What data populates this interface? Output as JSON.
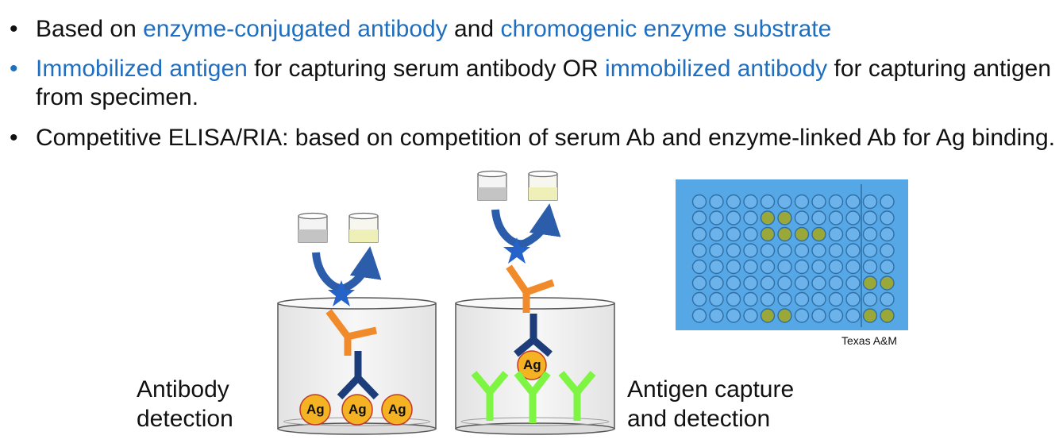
{
  "bullets": [
    {
      "dot": "•",
      "dot_color": "#111111",
      "parts": [
        {
          "text": "Based on ",
          "hl": false
        },
        {
          "text": "enzyme-conjugated antibody",
          "hl": true
        },
        {
          "text": " and ",
          "hl": false
        },
        {
          "text": "chromogenic enzyme substrate",
          "hl": true
        }
      ]
    },
    {
      "dot": "•",
      "dot_color": "#1f6fc1",
      "parts": [
        {
          "text": "Immobilized antigen",
          "hl": true
        },
        {
          "text": " for capturing serum antibody OR ",
          "hl": false
        },
        {
          "text": "immobilized antibody",
          "hl": true
        },
        {
          "text": " for capturing antigen from specimen.",
          "hl": false
        }
      ]
    },
    {
      "dot": "•",
      "dot_color": "#111111",
      "parts": [
        {
          "text": "Competitive ELISA/RIA: based on competition of serum Ab and enzyme-linked Ab for Ag binding.",
          "hl": false
        }
      ]
    }
  ],
  "captions": {
    "antibody_detection": [
      "Antibody",
      "detection"
    ],
    "antigen_capture": [
      "Antigen capture",
      "and detection"
    ]
  },
  "ag_label": "Ag",
  "credit": "Texas A&M",
  "colors": {
    "highlight": "#1f6fc1",
    "antibody_dark": "#1d3c7a",
    "antibody_orange": "#f08a2a",
    "capture_antibody": "#7df542",
    "antigen_fill": "#f5b323",
    "star": "#2563c9",
    "plate": "#56a7e6"
  }
}
